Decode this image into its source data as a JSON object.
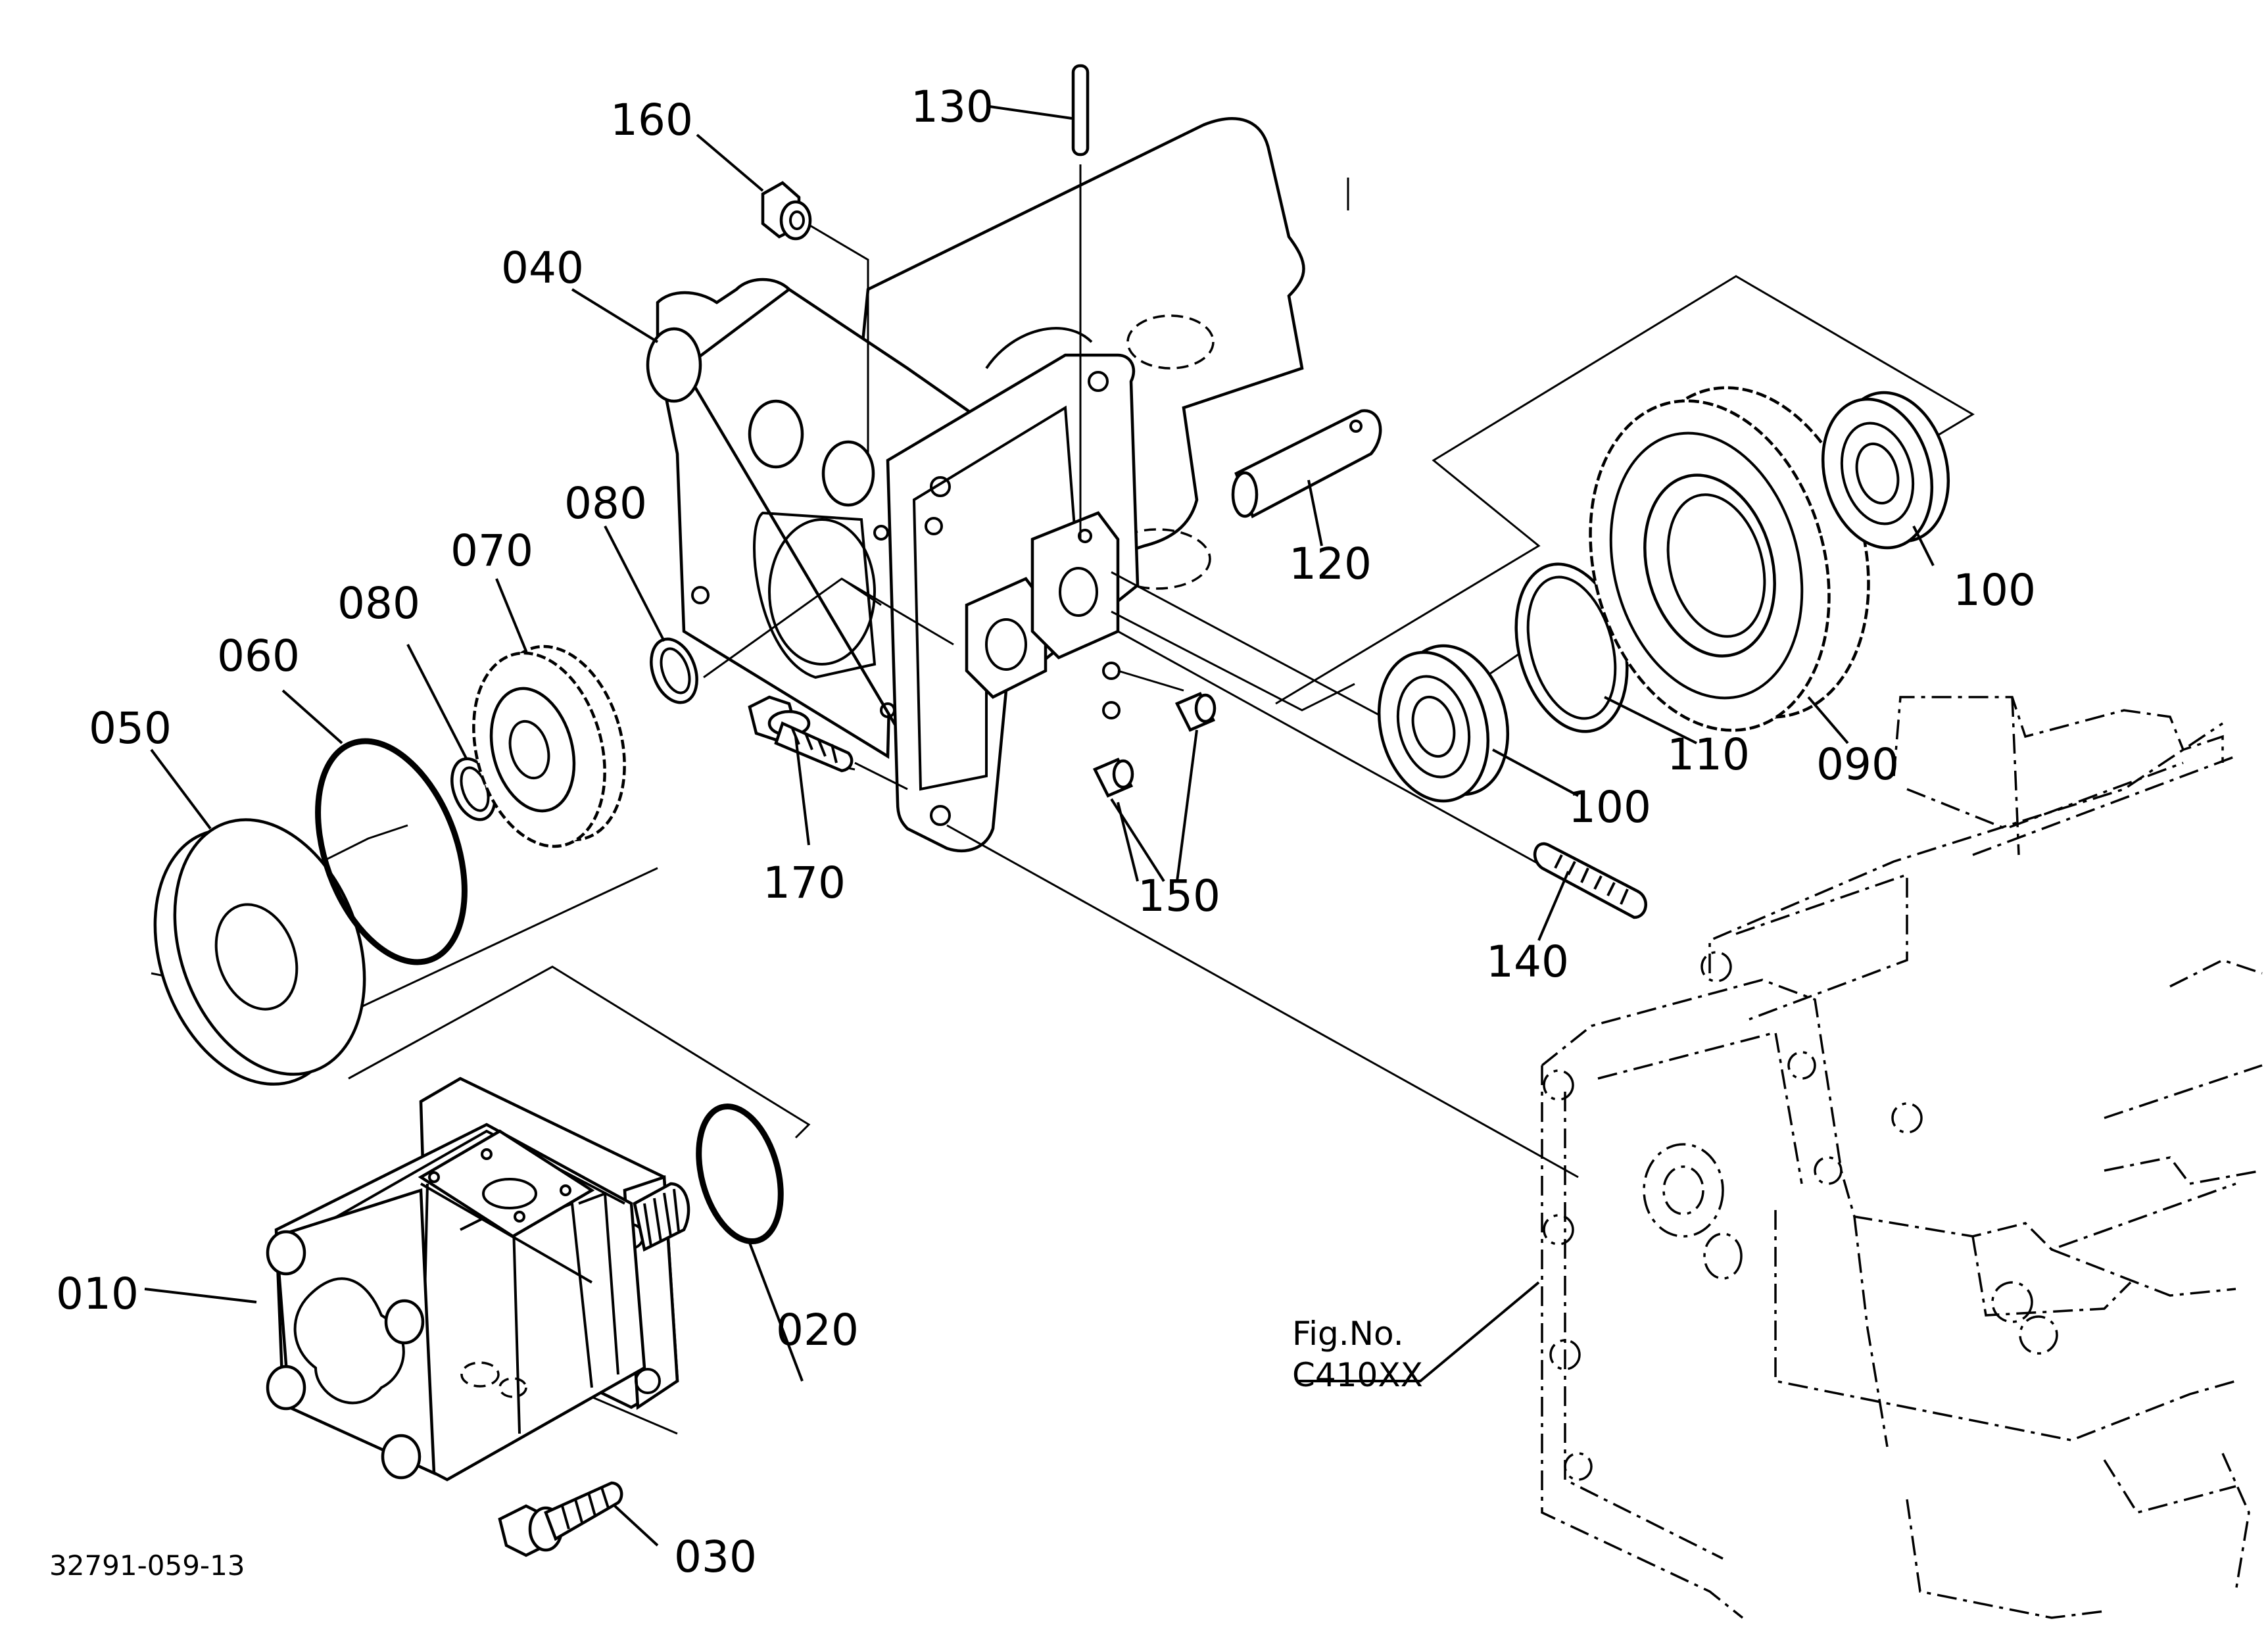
{
  "labels": {
    "p010": "010",
    "p020": "020",
    "p030": "030",
    "p040": "040",
    "p050": "050",
    "p060": "060",
    "p070": "070",
    "p080a": "080",
    "p080b": "080",
    "p090": "090",
    "p100a": "100",
    "p100b": "100",
    "p110": "110",
    "p120": "120",
    "p130": "130",
    "p140": "140",
    "p150": "150",
    "p160": "160",
    "p170": "170"
  },
  "figure_ref": {
    "line1": "Fig.No.",
    "line2": "C410XX"
  },
  "drawing_number": "32791-059-13"
}
